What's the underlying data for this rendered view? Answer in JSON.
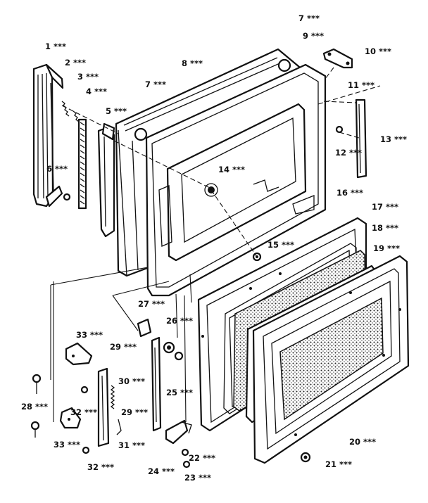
{
  "diagram": {
    "callouts": [
      {
        "id": "1",
        "text": "1 ***"
      },
      {
        "id": "2",
        "text": "2 ***"
      },
      {
        "id": "3",
        "text": "3 ***"
      },
      {
        "id": "4",
        "text": "4 ***"
      },
      {
        "id": "5",
        "text": "5 ***"
      },
      {
        "id": "6",
        "text": "6 ***"
      },
      {
        "id": "7a",
        "text": "7 ***"
      },
      {
        "id": "7b",
        "text": "7 ***"
      },
      {
        "id": "8",
        "text": "8 ***"
      },
      {
        "id": "9",
        "text": "9 ***"
      },
      {
        "id": "10",
        "text": "10 ***"
      },
      {
        "id": "11",
        "text": "11 ***"
      },
      {
        "id": "12",
        "text": "12 ***"
      },
      {
        "id": "13",
        "text": "13 ***"
      },
      {
        "id": "14",
        "text": "14 ***"
      },
      {
        "id": "15",
        "text": "15 ***"
      },
      {
        "id": "16",
        "text": "16 ***"
      },
      {
        "id": "17",
        "text": "17 ***"
      },
      {
        "id": "18",
        "text": "18 ***"
      },
      {
        "id": "19",
        "text": "19 ***"
      },
      {
        "id": "20",
        "text": "20 ***"
      },
      {
        "id": "21",
        "text": "21 ***"
      },
      {
        "id": "22",
        "text": "22 ***"
      },
      {
        "id": "23",
        "text": "23 ***"
      },
      {
        "id": "24",
        "text": "24 ***"
      },
      {
        "id": "25",
        "text": "25 ***"
      },
      {
        "id": "26",
        "text": "26 ***"
      },
      {
        "id": "27",
        "text": "27 ***"
      },
      {
        "id": "28",
        "text": "28 ***"
      },
      {
        "id": "29a",
        "text": "29 ***"
      },
      {
        "id": "29b",
        "text": "29 ***"
      },
      {
        "id": "30",
        "text": "30 ***"
      },
      {
        "id": "31",
        "text": "31 ***"
      },
      {
        "id": "32a",
        "text": "32 ***"
      },
      {
        "id": "32b",
        "text": "32 ***"
      },
      {
        "id": "33a",
        "text": "33 ***"
      },
      {
        "id": "33b",
        "text": "33 ***"
      }
    ]
  }
}
